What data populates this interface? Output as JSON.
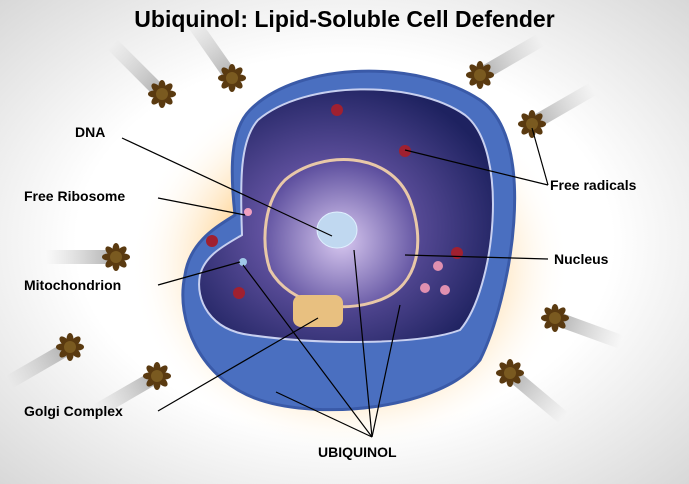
{
  "title": "Ubiquinol: Lipid-Soluble Cell Defender",
  "labels": {
    "dna": "DNA",
    "free_ribosome": "Free Ribosome",
    "mitochondrion": "Mitochondrion",
    "golgi": "Golgi Complex",
    "free_radicals": "Free radicals",
    "nucleus": "Nucleus",
    "ubiquinol": "UBIQUINOL"
  },
  "colors": {
    "membrane": "#4a6fc0",
    "cytoplasm": "#2a2a70",
    "nucleus": "#8a80c8",
    "glow": "#ffd9a0",
    "radical": "#5a3a10"
  }
}
